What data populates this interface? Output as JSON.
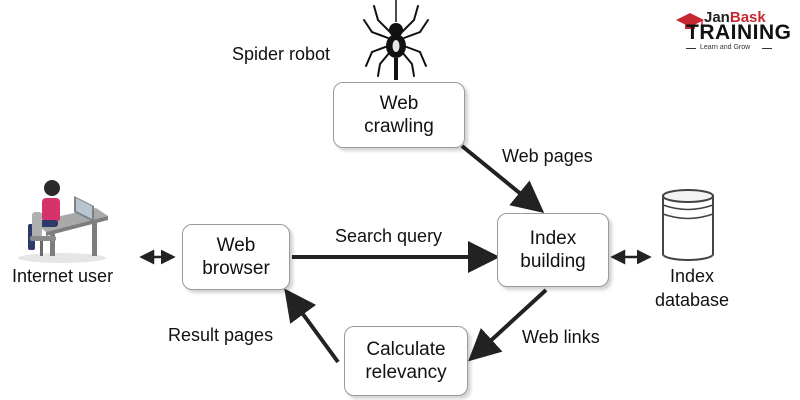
{
  "brand": {
    "name_part1": "Jan",
    "name_part2": "Bask",
    "name_line2": "TRAINING",
    "tagline": "Learn and Grow"
  },
  "nodes": {
    "web_crawling": {
      "line1": "Web",
      "line2": "crawling"
    },
    "index_building": {
      "line1": "Index",
      "line2": "building"
    },
    "web_browser": {
      "line1": "Web",
      "line2": "browser"
    },
    "calculate_relevancy": {
      "line1": "Calculate",
      "line2": "relevancy"
    }
  },
  "actors": {
    "spider": "Spider robot",
    "user": "Internet user",
    "database_line1": "Index",
    "database_line2": "database"
  },
  "edges": {
    "web_pages": "Web pages",
    "search_query": "Search query",
    "web_links": "Web links",
    "result_pages": "Result pages"
  },
  "colors": {
    "arrow": "#222222",
    "box_border": "#9a9a9a",
    "user_accent": "#d6336c",
    "brand_red": "#c62833"
  }
}
